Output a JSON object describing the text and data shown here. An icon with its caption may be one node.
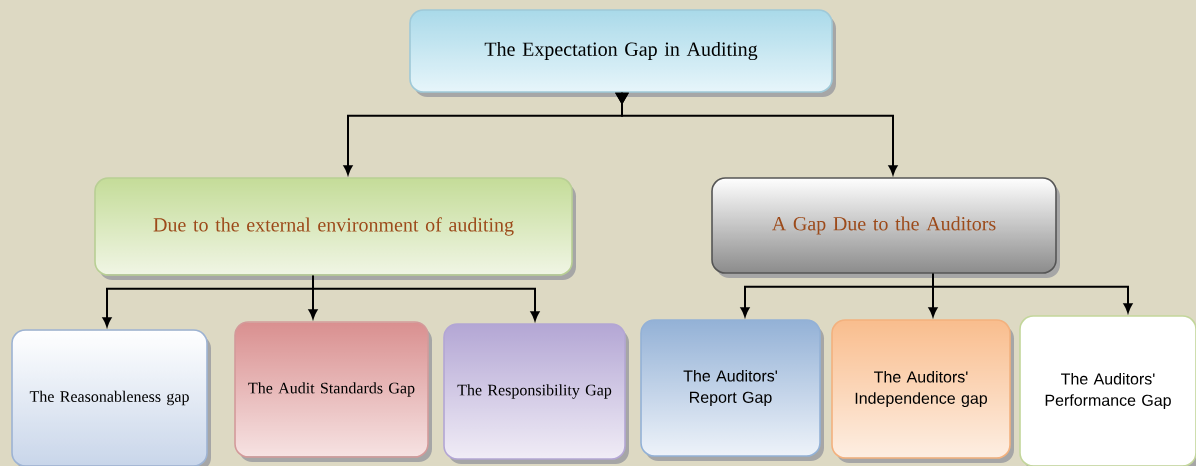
{
  "diagram": {
    "nodes": [
      {
        "text": [
          "The Expectation Gap in Auditing"
        ]
      },
      {
        "text": [
          "Due to the external environment of auditing"
        ]
      },
      {
        "text": [
          "A Gap Due to the Auditors"
        ]
      },
      {
        "text": [
          "The Reasonableness gap"
        ]
      },
      {
        "text": [
          "The Audit Standards Gap"
        ]
      },
      {
        "text": [
          "The Responsibility Gap"
        ]
      },
      {
        "text": [
          "The Auditors' Report Gap"
        ]
      },
      {
        "text": [
          "The Auditors' Independence gap"
        ]
      },
      {
        "text": [
          "The Auditors' Performance Gap"
        ]
      }
    ],
    "edges": [
      {
        "from": 0,
        "to": 1,
        "arrow": "to"
      },
      {
        "from": 0,
        "to": 2,
        "arrow": "to"
      },
      {
        "from": 1,
        "to": 3,
        "arrow": "to"
      },
      {
        "from": 1,
        "to": 4,
        "arrow": "to"
      },
      {
        "from": 1,
        "to": 5,
        "arrow": "to"
      },
      {
        "from": 2,
        "to": 6,
        "arrow": "to"
      },
      {
        "from": 2,
        "to": 7,
        "arrow": "to"
      },
      {
        "from": 2,
        "to": 8,
        "arrow": "to"
      }
    ]
  }
}
